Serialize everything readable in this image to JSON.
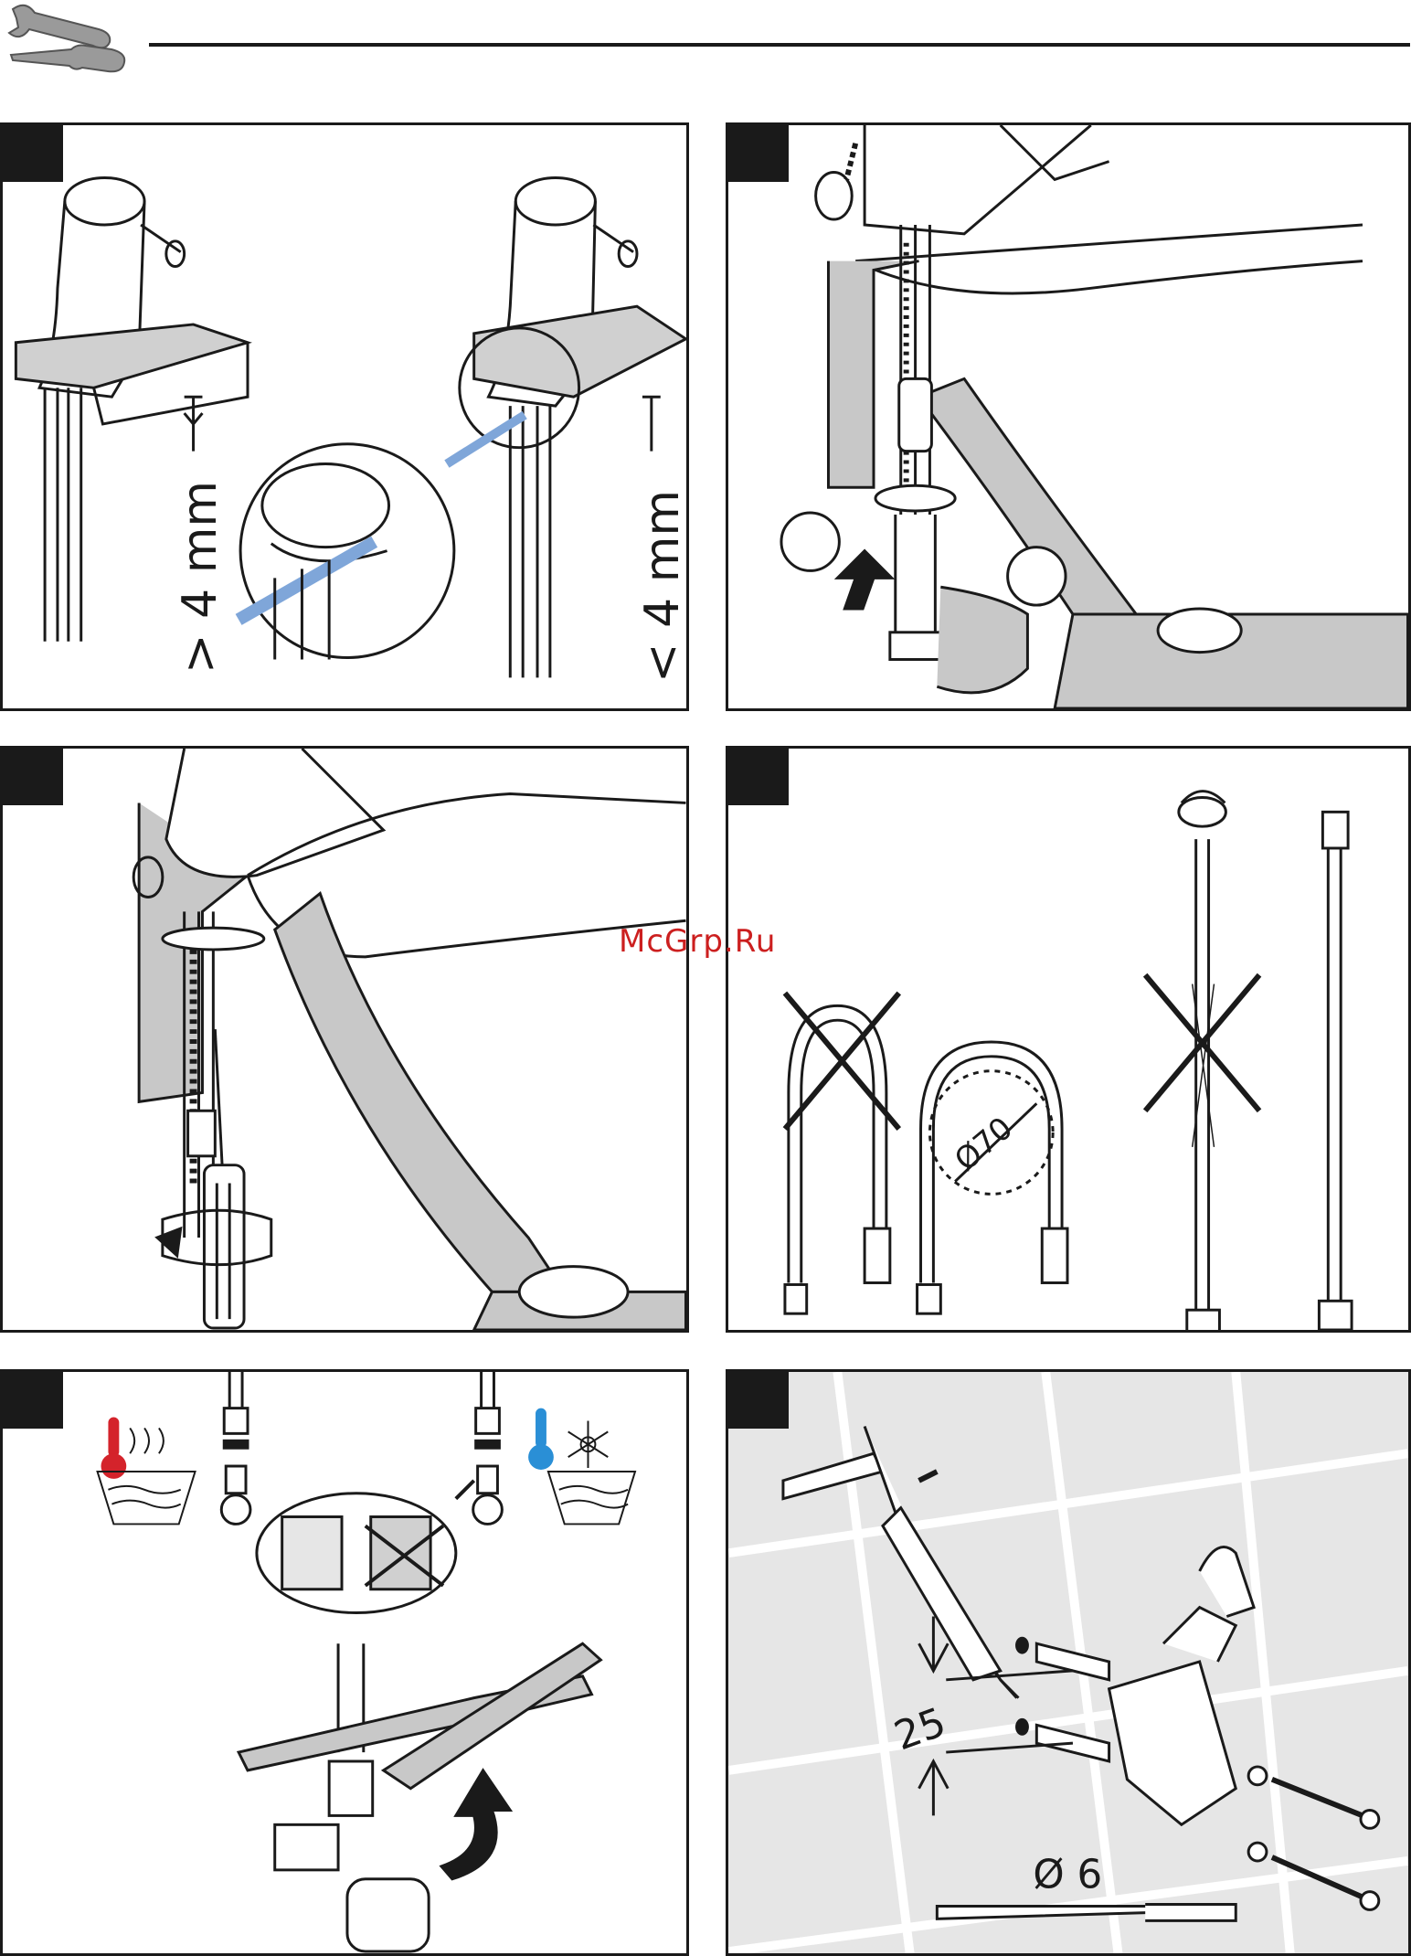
{
  "header": {
    "icon": "wrench-screwdriver-icon"
  },
  "watermark": "McGrp.Ru",
  "panel1": {
    "left_dimension": "> 4 mm",
    "right_dimension": "< 4 mm"
  },
  "panel4": {
    "diameter_label": "Ø70"
  },
  "panel5": {
    "hot_icon": "hot-water-thermometer-icon",
    "cold_icon": "cold-water-snowflake-icon"
  },
  "panel6": {
    "spacing_label": "25",
    "drill_label": "Ø 6"
  },
  "colors": {
    "ink": "#1a1a1a",
    "panel_gray": "#c8c8c8",
    "hot": "#d4232b",
    "cold": "#2a8fd6",
    "sealant_blue": "#7fa6d9"
  }
}
